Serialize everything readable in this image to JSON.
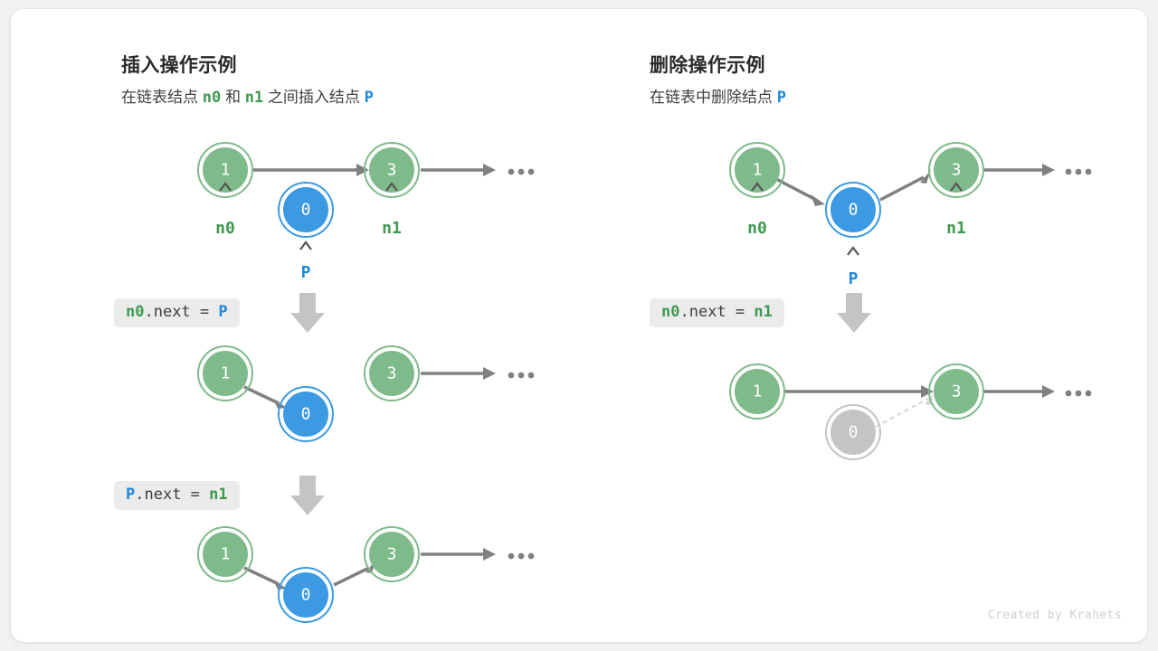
{
  "colors": {
    "node_green_fill": "#7fba8b",
    "node_green_ring": "#7fba8b",
    "node_blue_fill": "#3b9ae1",
    "node_blue_ring": "#3b9ae1",
    "node_gray_fill": "#c4c4c4",
    "node_gray_ring": "#c4c4c4",
    "arrow_gray": "#808080",
    "label_green": "#3f9950",
    "label_blue": "#1e87d6",
    "badge_bg": "#ebebeb",
    "card_bg": "#ffffff",
    "page_bg": "#f2f2f2",
    "credit_gray": "#cfcfcf"
  },
  "panels": {
    "insert": {
      "title": "插入操作示例",
      "subtitle": {
        "part1": "在链表结点",
        "tok1": "n0",
        "part2": "和",
        "tok2": "n1",
        "part3": "之间插入结点",
        "tok3": "P"
      },
      "steps": [
        {
          "id": "insert-step-1",
          "nodes": [
            {
              "value": "1",
              "color": "green",
              "label": "n0",
              "label_color": "green"
            },
            {
              "value": "0",
              "color": "blue",
              "label": "P",
              "label_color": "blue"
            },
            {
              "value": "3",
              "color": "green",
              "label": "n1",
              "label_color": "green"
            }
          ],
          "ellipsis": "•••"
        },
        {
          "id": "insert-step-2",
          "code": {
            "tok1": "n0",
            "tok1_color": "green",
            "mid": ".next = ",
            "tok2": "P",
            "tok2_color": "blue"
          },
          "nodes": [
            {
              "value": "1",
              "color": "green"
            },
            {
              "value": "0",
              "color": "blue"
            },
            {
              "value": "3",
              "color": "green"
            }
          ],
          "ellipsis": "•••"
        },
        {
          "id": "insert-step-3",
          "code": {
            "tok1": "P",
            "tok1_color": "blue",
            "mid": ".next = ",
            "tok2": "n1",
            "tok2_color": "green"
          },
          "nodes": [
            {
              "value": "1",
              "color": "green"
            },
            {
              "value": "0",
              "color": "blue"
            },
            {
              "value": "3",
              "color": "green"
            }
          ],
          "ellipsis": "•••"
        }
      ]
    },
    "delete": {
      "title": "删除操作示例",
      "subtitle": {
        "part1": "在链表中删除结点",
        "tok1": "P"
      },
      "steps": [
        {
          "id": "delete-step-1",
          "nodes": [
            {
              "value": "1",
              "color": "green",
              "label": "n0",
              "label_color": "green"
            },
            {
              "value": "0",
              "color": "blue",
              "label": "P",
              "label_color": "blue"
            },
            {
              "value": "3",
              "color": "green",
              "label": "n1",
              "label_color": "green"
            }
          ],
          "ellipsis": "•••"
        },
        {
          "id": "delete-step-2",
          "code": {
            "tok1": "n0",
            "tok1_color": "green",
            "mid": ".next = ",
            "tok2": "n1",
            "tok2_color": "green"
          },
          "nodes": [
            {
              "value": "1",
              "color": "green"
            },
            {
              "value": "0",
              "color": "gray"
            },
            {
              "value": "3",
              "color": "green"
            }
          ],
          "ellipsis": "•••"
        }
      ]
    }
  },
  "credit": "Created by Krahets"
}
